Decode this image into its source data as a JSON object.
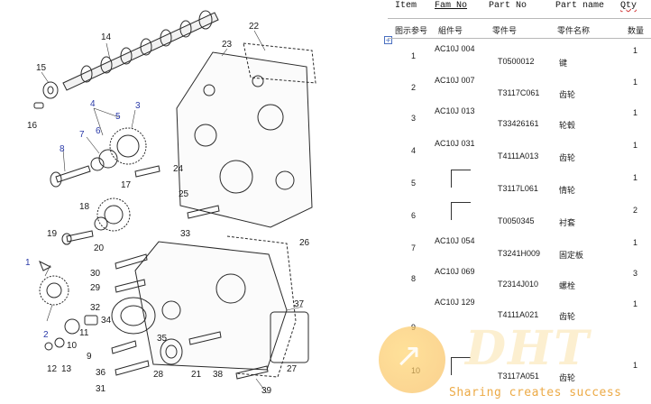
{
  "diagram": {
    "callouts": [
      {
        "label": "14",
        "color": "dark"
      },
      {
        "label": "15",
        "color": "dark"
      },
      {
        "label": "16",
        "color": "dark"
      },
      {
        "label": "22",
        "color": "dark"
      },
      {
        "label": "23",
        "color": "dark"
      },
      {
        "label": "4",
        "color": "blue"
      },
      {
        "label": "5",
        "color": "blue"
      },
      {
        "label": "3",
        "color": "blue"
      },
      {
        "label": "6",
        "color": "blue"
      },
      {
        "label": "7",
        "color": "blue"
      },
      {
        "label": "8",
        "color": "blue"
      },
      {
        "label": "17",
        "color": "dark"
      },
      {
        "label": "24",
        "color": "dark"
      },
      {
        "label": "18",
        "color": "dark"
      },
      {
        "label": "25",
        "color": "dark"
      },
      {
        "label": "19",
        "color": "dark"
      },
      {
        "label": "20",
        "color": "dark"
      },
      {
        "label": "33",
        "color": "dark"
      },
      {
        "label": "26",
        "color": "dark"
      },
      {
        "label": "1",
        "color": "blue"
      },
      {
        "label": "30",
        "color": "dark"
      },
      {
        "label": "29",
        "color": "dark"
      },
      {
        "label": "37",
        "color": "dark"
      },
      {
        "label": "32",
        "color": "dark"
      },
      {
        "label": "34",
        "color": "dark"
      },
      {
        "label": "2",
        "color": "blue"
      },
      {
        "label": "11",
        "color": "dark"
      },
      {
        "label": "10",
        "color": "dark"
      },
      {
        "label": "9",
        "color": "dark"
      },
      {
        "label": "35",
        "color": "dark"
      },
      {
        "label": "12",
        "color": "dark"
      },
      {
        "label": "13",
        "color": "dark"
      },
      {
        "label": "36",
        "color": "dark"
      },
      {
        "label": "21",
        "color": "dark"
      },
      {
        "label": "38",
        "color": "dark"
      },
      {
        "label": "27",
        "color": "dark"
      },
      {
        "label": "28",
        "color": "dark"
      },
      {
        "label": "31",
        "color": "dark"
      },
      {
        "label": "39",
        "color": "dark"
      }
    ]
  },
  "table": {
    "headers": {
      "item": "Item",
      "fam_no": "Fam No",
      "part_no": "Part No",
      "part_name": "Part name",
      "qty": "Qty"
    },
    "subheaders": {
      "item": "图示参号",
      "fam_no": "組件号",
      "part_no": "零件号",
      "part_name": "零件名称",
      "qty": "数量"
    },
    "expander": "+",
    "rows": [
      {
        "item": "1",
        "fam": "AC10J 004",
        "part": "T0500012",
        "name": "键",
        "qty": "1",
        "bracket": false
      },
      {
        "item": "2",
        "fam": "AC10J 007",
        "part": "T3117C061",
        "name": "齿轮",
        "qty": "1",
        "bracket": false
      },
      {
        "item": "3",
        "fam": "AC10J 013",
        "part": "T33426161",
        "name": "轮毂",
        "qty": "1",
        "bracket": false
      },
      {
        "item": "4",
        "fam": "AC10J 031",
        "part": "T4111A013",
        "name": "齿轮",
        "qty": "1",
        "bracket": false
      },
      {
        "item": "5",
        "fam": "",
        "part": "T3117L061",
        "name": "情轮",
        "qty": "1",
        "bracket": true
      },
      {
        "item": "6",
        "fam": "",
        "part": "T0050345",
        "name": "衬套",
        "qty": "2",
        "bracket": true
      },
      {
        "item": "7",
        "fam": "AC10J 054",
        "part": "T3241H009",
        "name": "固定板",
        "qty": "1",
        "bracket": false
      },
      {
        "item": "8",
        "fam": "AC10J 069",
        "part": "T2314J010",
        "name": "螺栓",
        "qty": "3",
        "bracket": false
      },
      {
        "item": "",
        "fam": "AC10J 129",
        "part": "T4111A021",
        "name": "齿轮",
        "qty": "1",
        "bracket": false
      },
      {
        "item": "9",
        "fam": "",
        "part": "",
        "name": "",
        "qty": "",
        "bracket": false
      },
      {
        "item": "10",
        "fam": "",
        "part": "T3117A051",
        "name": "齿轮",
        "qty": "1",
        "bracket": true
      }
    ]
  },
  "watermark": {
    "logo": "DHT",
    "tagline": "Sharing creates success",
    "colors": {
      "circle": "#f5b040",
      "tag": "#eba53c"
    }
  }
}
